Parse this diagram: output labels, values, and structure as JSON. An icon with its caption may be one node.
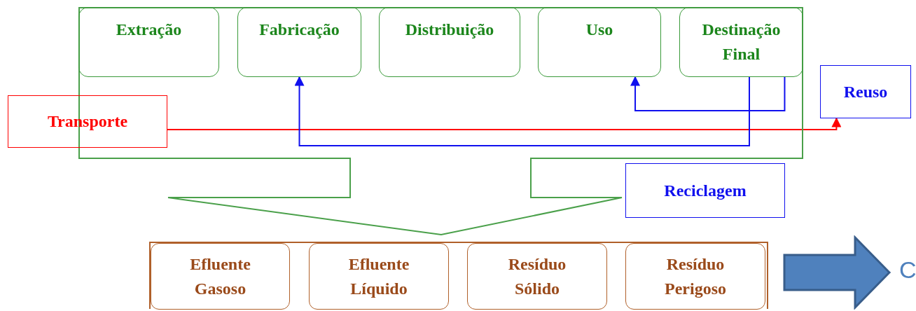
{
  "diagram": {
    "nodes": [
      {
        "text": [],
        "shape": "box"
      },
      {
        "text": [
          "Extração"
        ],
        "in": 0
      },
      {
        "text": [
          "Fabricação"
        ],
        "in": 0
      },
      {
        "text": [
          "Distribuição"
        ],
        "in": 0
      },
      {
        "text": [
          "Uso"
        ],
        "in": 0
      },
      {
        "text": [
          "Destinação Final"
        ],
        "in": 0
      },
      {
        "text": [
          "Transporte"
        ]
      },
      {
        "text": [
          "Reuso"
        ]
      },
      {
        "text": [
          "Reciclagem"
        ]
      },
      {
        "text": [],
        "shape": "box"
      },
      {
        "text": [
          "Efluente Gasoso"
        ],
        "in": 9
      },
      {
        "text": [
          "Efluente Líquido"
        ],
        "in": 9
      },
      {
        "text": [
          "Resíduo Sólido"
        ],
        "in": 9
      },
      {
        "text": [
          "Resíduo Perigoso"
        ],
        "in": 9
      }
    ],
    "edges": [
      {
        "from": 6,
        "to": 7,
        "arrow": "to",
        "color": "#ff0000"
      },
      {
        "from": 5,
        "to": 4,
        "arrow": "to"
      },
      {
        "from": 5,
        "to": 2,
        "arrow": "to"
      }
    ],
    "labels": [
      "C"
    ]
  }
}
